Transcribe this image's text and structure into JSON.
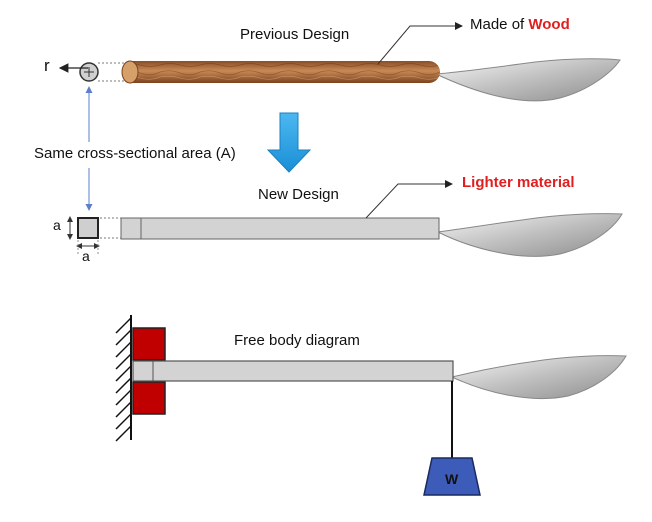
{
  "top": {
    "title": "Previous Design",
    "note_prefix": "Made of ",
    "note_highlight": "Wood",
    "radius_label": "r"
  },
  "middle": {
    "title": "New Design",
    "note": "Lighter material",
    "side_label_vertical": "a",
    "side_label_horizontal": "a"
  },
  "connector_label": "Same cross-sectional area (A)",
  "bottom": {
    "title": "Free body diagram",
    "weight_label": "W"
  },
  "colors": {
    "highlight": "#e02020",
    "arrow": "#2aa4e8",
    "clamp": "#c00000",
    "weight": "#3d5bb8",
    "handle": "#d3d3d3",
    "wood": "#b27042"
  }
}
